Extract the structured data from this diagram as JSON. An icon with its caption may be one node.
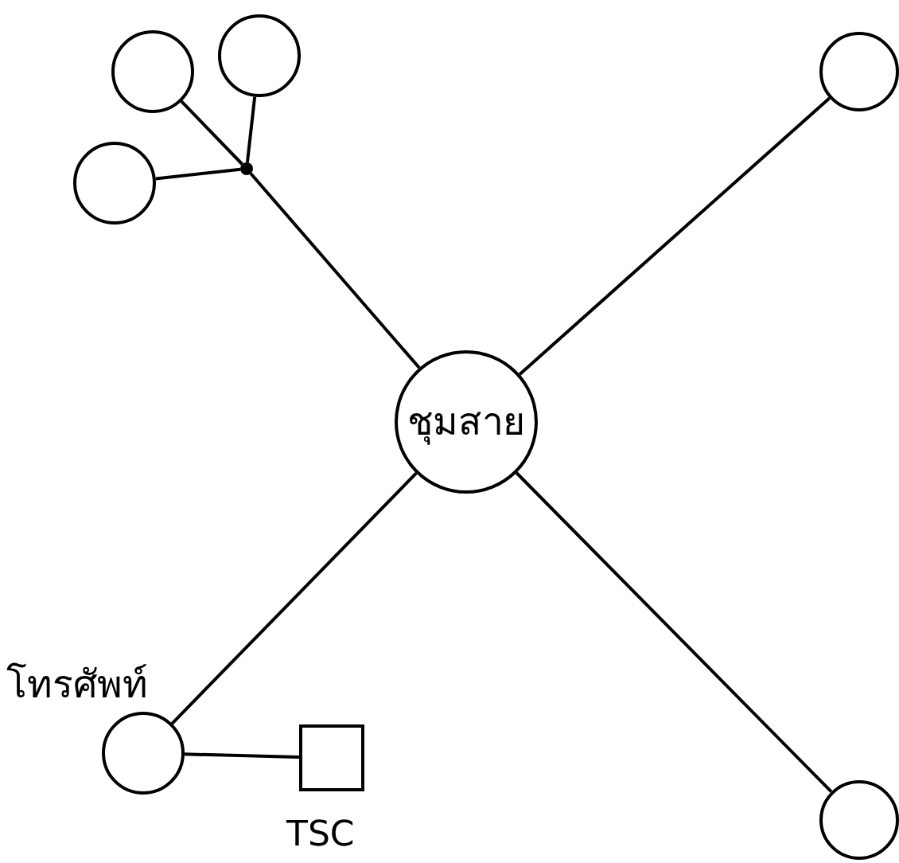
{
  "diagram": {
    "nodes": [
      {
        "text": [
          "ชุมสาย"
        ]
      },
      {
        "text": [],
        "shape": "circle"
      },
      {
        "text": [],
        "shape": "circle"
      },
      {
        "text": [],
        "shape": "circle"
      },
      {
        "text": [],
        "shape": "dot"
      },
      {
        "text": [],
        "shape": "circle"
      },
      {
        "text": [
          "โทรศัพท์"
        ]
      },
      {
        "text": [],
        "shape": "circle"
      },
      {
        "text": [
          "TSC"
        ]
      }
    ],
    "edges": [
      {
        "from": 1,
        "to": 4,
        "arrow": "none"
      },
      {
        "from": 2,
        "to": 4,
        "arrow": "none"
      },
      {
        "from": 3,
        "to": 4,
        "arrow": "none"
      },
      {
        "from": 4,
        "to": 0,
        "arrow": "none"
      },
      {
        "from": 0,
        "to": 5,
        "arrow": "none"
      },
      {
        "from": 0,
        "to": 6,
        "arrow": "none"
      },
      {
        "from": 0,
        "to": 7,
        "arrow": "none"
      },
      {
        "from": 6,
        "to": 8,
        "arrow": "none"
      }
    ]
  }
}
